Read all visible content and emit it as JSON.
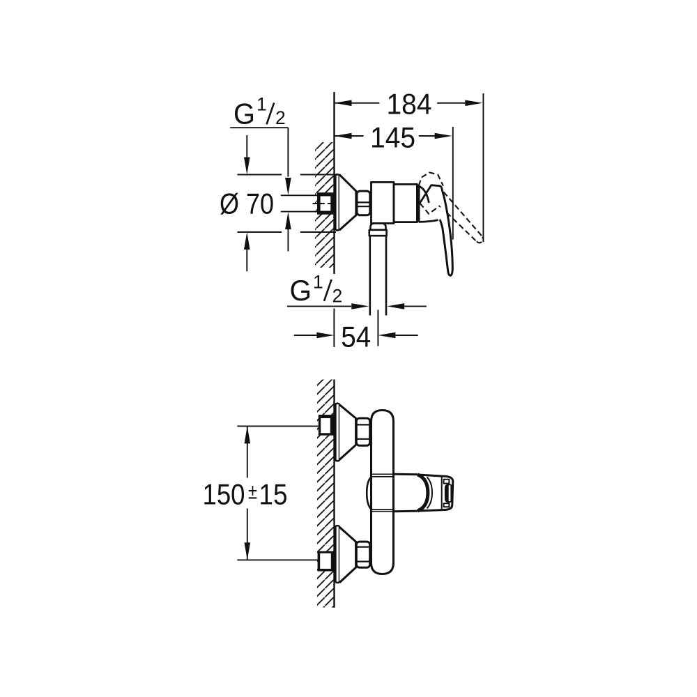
{
  "drawing": {
    "type": "technical-dimension-drawing",
    "subject": "wall-mounted single-lever shower mixer",
    "background_color": "#ffffff",
    "line_color": "#111111",
    "views": {
      "side_view": "side view with wall section, inlet union, valve body, lever handle and bottom outlet",
      "plan_view": "plan view with two wall unions, escutcheons, body capsule and lever handle"
    },
    "dimensions": {
      "total_depth": "184",
      "depth_to_handle": "145",
      "escutcheon_diameter": "Ø 70",
      "outlet_offset": "54",
      "connection_spacing_value": "150",
      "connection_spacing_pm": "±",
      "connection_spacing_tolerance": "15",
      "thread_inlet": {
        "letter": "G",
        "numerator": "1",
        "denominator": "2"
      },
      "thread_outlet": {
        "letter": "G",
        "numerator": "1",
        "denominator": "2"
      }
    }
  }
}
